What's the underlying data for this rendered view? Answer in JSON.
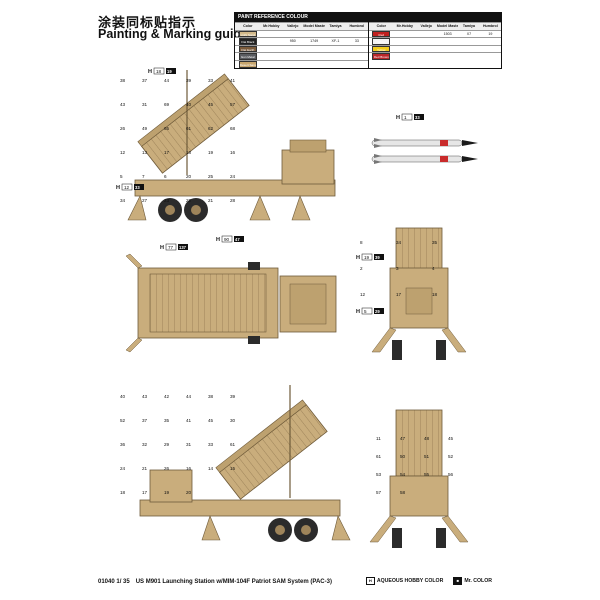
{
  "title_cn": "涂装同标贴指示",
  "title_en": "Painting & Marking guide",
  "reference": {
    "title": "PAINT REFERENCE COLOUR",
    "columns": [
      "Color",
      "Mr.Hobby",
      "Vallejo",
      "Model Master",
      "Tamiya",
      "Humbrol"
    ],
    "rows_left": [
      {
        "color_label": "Light Sand",
        "hex": "#d2b98a",
        "mrhobby": "",
        "vallejo": "",
        "modelmaster": "",
        "tamiya": "",
        "humbrol": ""
      },
      {
        "color_label": "Flat Black",
        "hex": "#222222",
        "mrhobby": "",
        "vallejo": "950",
        "modelmaster": "1749",
        "tamiya": "XF-1",
        "humbrol": "33"
      },
      {
        "color_label": "Flat Earth",
        "hex": "#7a5a3a",
        "mrhobby": "",
        "vallejo": "",
        "modelmaster": "",
        "tamiya": "",
        "humbrol": ""
      },
      {
        "color_label": "Gun Metal",
        "hex": "#5a5c60",
        "mrhobby": "",
        "vallejo": "",
        "modelmaster": "",
        "tamiya": "",
        "humbrol": ""
      },
      {
        "color_label": "Desert Sand",
        "hex": "#c8a66e",
        "mrhobby": "",
        "vallejo": "",
        "modelmaster": "",
        "tamiya": "",
        "humbrol": ""
      }
    ],
    "rows_right": [
      {
        "color_label": "Red",
        "hex": "#c0201f",
        "mrhobby": "",
        "vallejo": "",
        "modelmaster": "1503",
        "tamiya": "X7",
        "humbrol": "19"
      },
      {
        "color_label": "White",
        "hex": "#f4f4f4",
        "mrhobby": "",
        "vallejo": "",
        "modelmaster": "",
        "tamiya": "",
        "humbrol": ""
      },
      {
        "color_label": "Yellow",
        "hex": "#f2cc1b",
        "mrhobby": "",
        "vallejo": "",
        "modelmaster": "",
        "tamiya": "",
        "humbrol": ""
      },
      {
        "color_label": "Red Brown",
        "hex": "#b9272a",
        "mrhobby": "",
        "vallejo": "",
        "modelmaster": "",
        "tamiya": "",
        "humbrol": ""
      }
    ]
  },
  "colors": {
    "sand": "#c9ad7c",
    "sand_dark": "#9e845a",
    "tire": "#2b2b2b",
    "missile_white": "#e6e6e6",
    "missile_red": "#c92b2b",
    "missile_black": "#1a1a1a"
  },
  "footer": {
    "code": "01040 1/ 35",
    "title": "US M901 Launching Station w/MIM-104F Patriot SAM System (PAC-3)",
    "legend_h": "H",
    "legend_h_text": "AQUEOUS HOBBY COLOR",
    "legend_m": "■",
    "legend_m_text": "Mr. COLOR"
  },
  "badges": [
    {
      "id": "b1",
      "h": "18",
      "n": "19"
    },
    {
      "id": "b2",
      "h": "12",
      "n": "33"
    },
    {
      "id": "b3",
      "h": "77",
      "n": "137"
    },
    {
      "id": "b4",
      "h": "90",
      "n": "47"
    },
    {
      "id": "b5",
      "h": "1",
      "n": "33"
    },
    {
      "id": "b6",
      "h": "19",
      "n": "39"
    },
    {
      "id": "b7",
      "h": "5",
      "n": "29"
    }
  ],
  "callouts": {
    "side_top": [
      "38",
      "37",
      "44",
      "39",
      "33",
      "41",
      "43",
      "31",
      "69",
      "40",
      "45",
      "57",
      "26",
      "49",
      "65",
      "61",
      "62",
      "68",
      "12",
      "13",
      "17",
      "18",
      "19",
      "16",
      "5",
      "7",
      "6",
      "20",
      "25",
      "24",
      "34",
      "27",
      "23",
      "22",
      "21",
      "28"
    ],
    "side_bottom": [
      "40",
      "43",
      "42",
      "44",
      "38",
      "39",
      "52",
      "37",
      "35",
      "41",
      "45",
      "30",
      "36",
      "32",
      "29",
      "31",
      "33",
      "61",
      "24",
      "21",
      "26",
      "16",
      "14",
      "15",
      "18",
      "17",
      "19",
      "20"
    ],
    "rear": [
      "8",
      "34",
      "35",
      "2",
      "3",
      "4",
      "12",
      "17",
      "18"
    ],
    "front": [
      "11",
      "47",
      "48",
      "45",
      "61",
      "50",
      "51",
      "52",
      "53",
      "54",
      "55",
      "56",
      "57",
      "58"
    ]
  }
}
